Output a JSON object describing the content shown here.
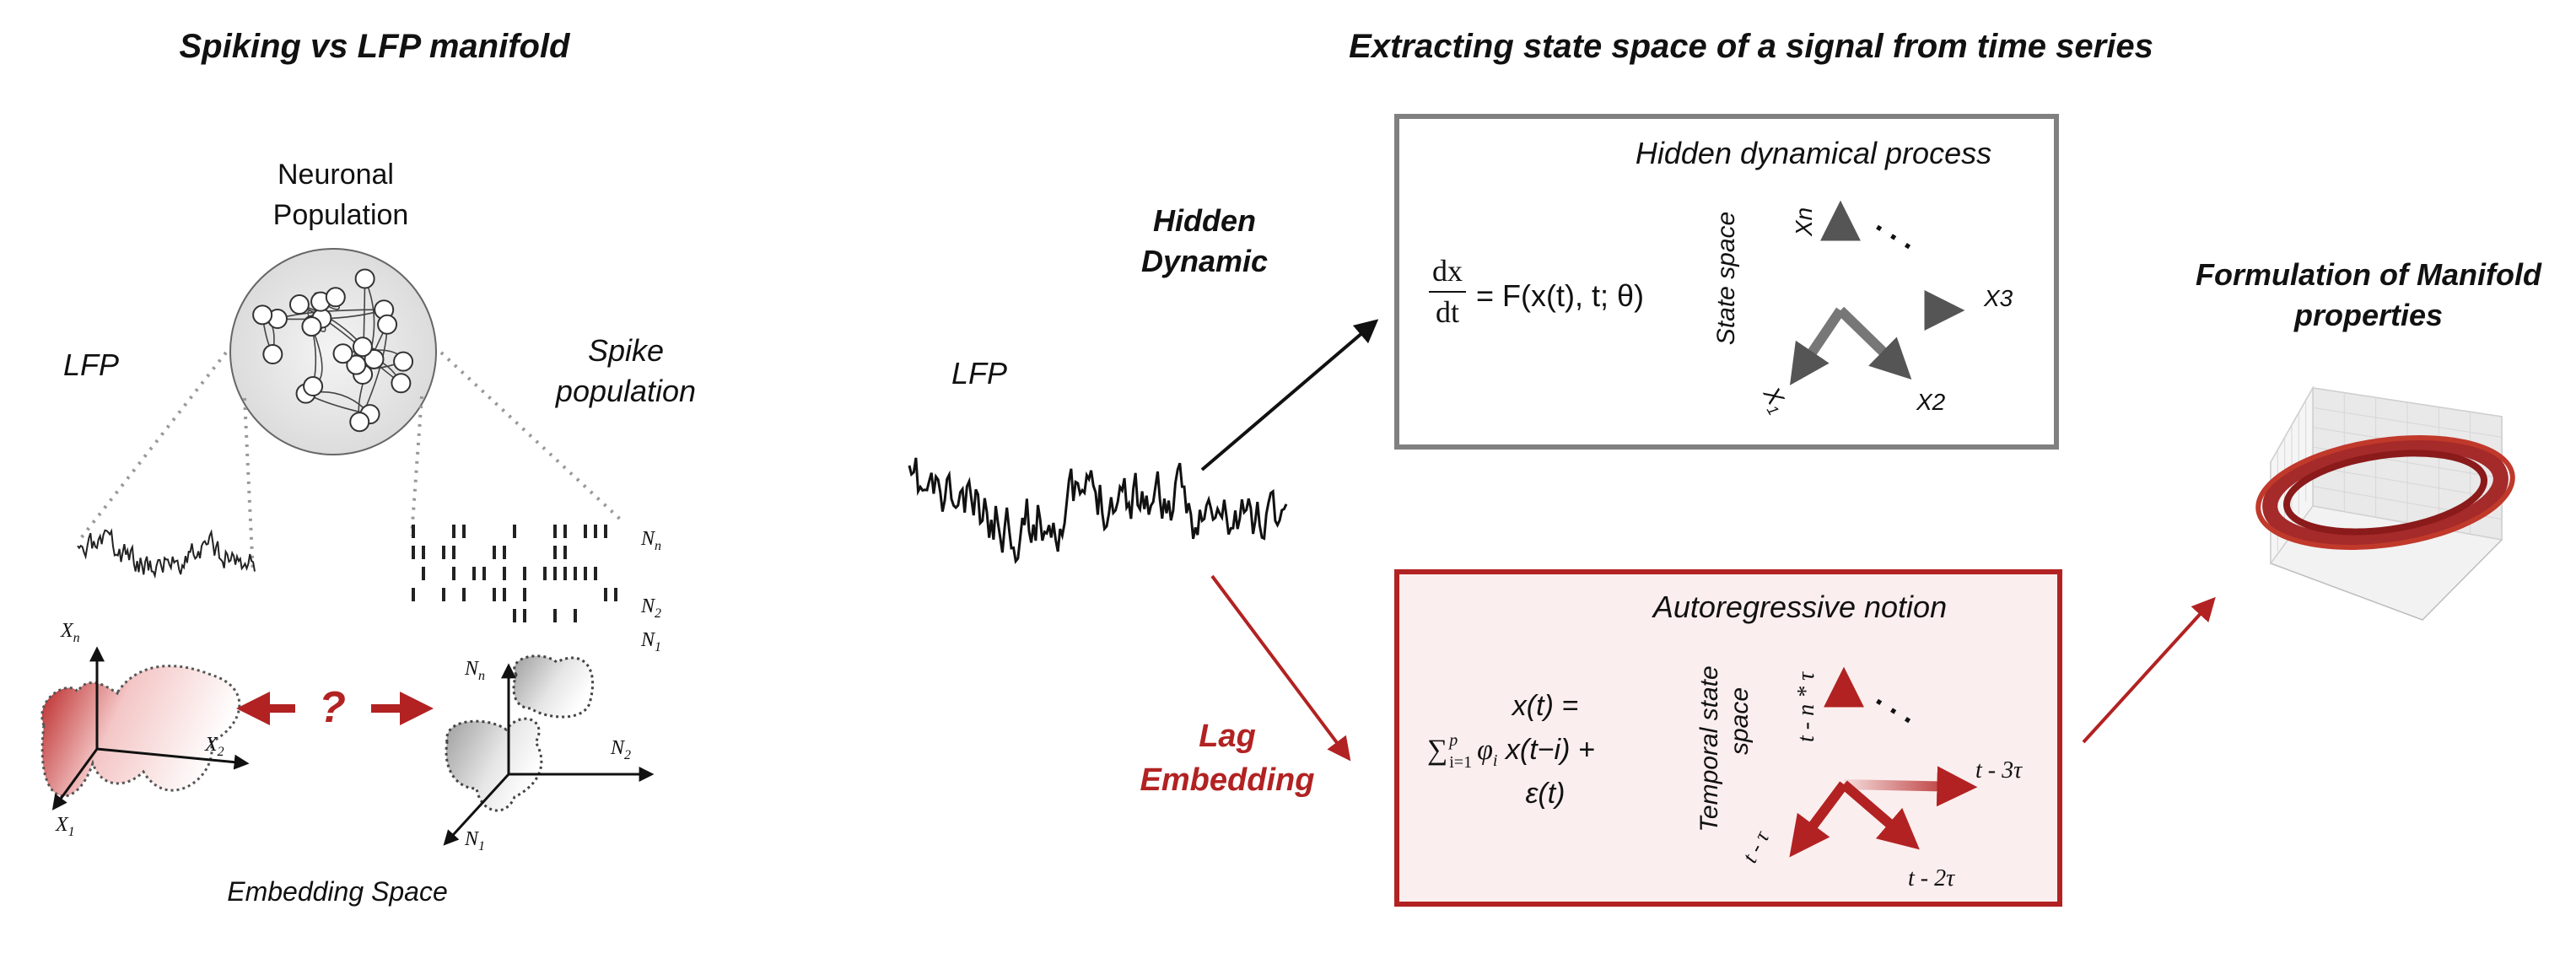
{
  "left_panel": {
    "title": "Spiking vs LFP manifold",
    "population_label_line1": "Neuronal",
    "population_label_line2": "Population",
    "lfp_label": "LFP",
    "spike_label_line1": "Spike",
    "spike_label_line2": "population",
    "raster_labels": [
      "N",
      "N",
      "N"
    ],
    "raster_label_subs": [
      "n",
      "2",
      "1"
    ],
    "lfp_axes": {
      "y": "X",
      "y_sub": "n",
      "x": "X",
      "x_sub": "2",
      "z": "X",
      "z_sub": "1"
    },
    "spike_axes": {
      "y": "N",
      "y_sub": "n",
      "x": "N",
      "x_sub": "2",
      "z": "N",
      "z_sub": "1"
    },
    "question": "?",
    "embedding_label": "Embedding Space"
  },
  "right_panel": {
    "title": "Extracting state space of a signal from time series",
    "lfp_label": "LFP",
    "hidden_label_line1": "Hidden",
    "hidden_label_line2": "Dynamic",
    "lag_label_line1": "Lag",
    "lag_label_line2": "Embedding",
    "hidden_box": {
      "title": "Hidden dynamical process",
      "eq_num": "dx",
      "eq_den": "dt",
      "eq_rhs": "=  F(x(t), t; θ)",
      "axis_caption": "State space",
      "axis_up": "Xn",
      "axis_right": "X3",
      "axis_down_right": "X2",
      "axis_down_left": "X",
      "axis_down_left_sub": "1",
      "dots": ". . ."
    },
    "auto_box": {
      "title": "Autoregressive notion",
      "eq_line1": "x(t) =",
      "eq_sum": "∑",
      "eq_sum_sup": "p",
      "eq_sum_sub": "i=1",
      "eq_phi": "φ",
      "eq_phi_sub": "i",
      "eq_line2_rest": " x(t−i) +",
      "eq_line3": "ε(t)",
      "axis_caption_line1": "Temporal state",
      "axis_caption_line2": "space",
      "axis_up": "t - n * τ",
      "axis_right": "t - 3τ",
      "axis_down_right": "t - 2τ",
      "axis_down_left": "t - τ",
      "dots": ". . ."
    },
    "manifold_label_line1": "Formulation of Manifold",
    "manifold_label_line2": "properties"
  },
  "colors": {
    "accent_red": "#b22222",
    "box_grey": "#808080",
    "box_red_fill": "#fbeeee"
  }
}
